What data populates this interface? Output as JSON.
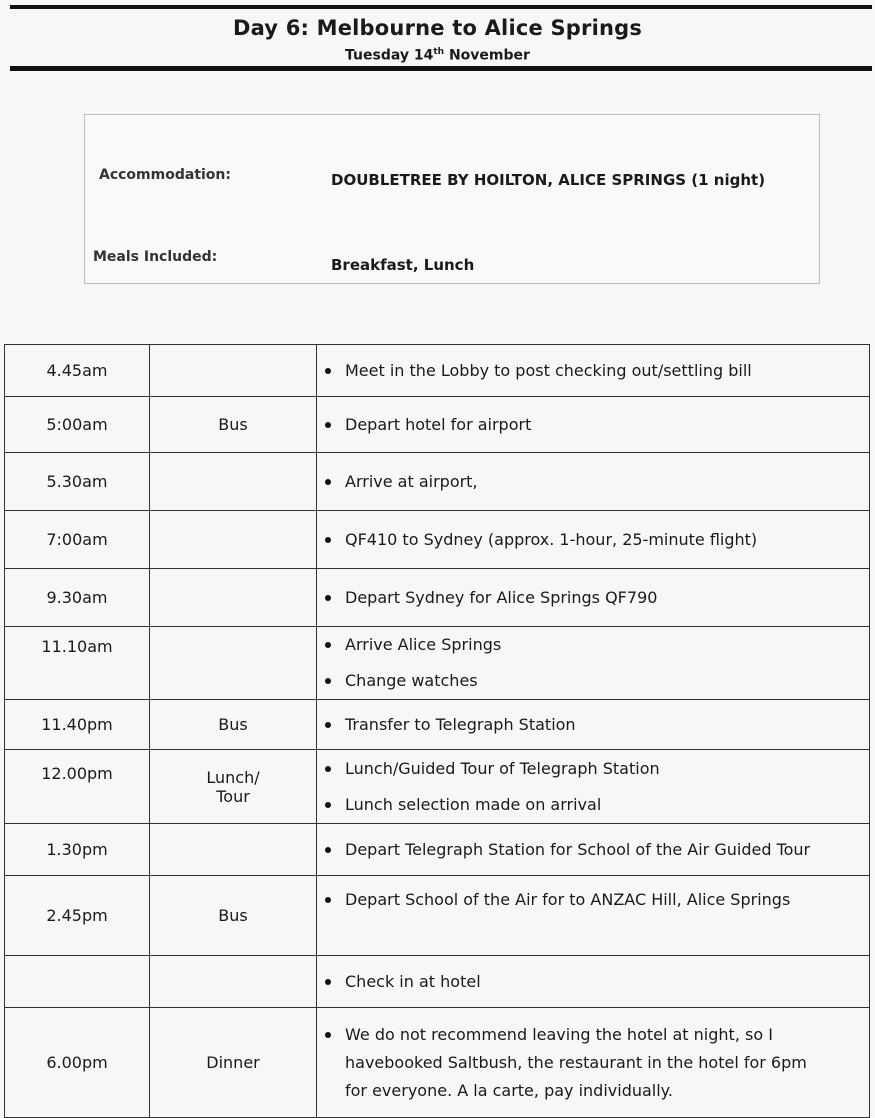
{
  "header": {
    "title": "Day 6: Melbourne to Alice Springs",
    "subtitle_day": "Tuesday 14",
    "subtitle_sup": "th",
    "subtitle_month": "November"
  },
  "info": {
    "accommodation_label": "Accommodation:",
    "accommodation_value": "DOUBLETREE BY HOILTON, ALICE SPRINGS (1 night)",
    "meals_label": "Meals Included:",
    "meals_value": "Breakfast, Lunch"
  },
  "schedule": [
    {
      "time": "4.45am",
      "type": "",
      "items": [
        "Meet in the Lobby to post checking out/settling bill"
      ]
    },
    {
      "time": "5:00am",
      "type": "Bus",
      "items": [
        "Depart hotel for airport"
      ]
    },
    {
      "time": "5.30am",
      "type": "",
      "items": [
        "Arrive at airport,"
      ]
    },
    {
      "time": "7:00am",
      "type": "",
      "items": [
        "QF410 to Sydney (approx. 1-hour, 25-minute flight)"
      ]
    },
    {
      "time": "9.30am",
      "type": "",
      "items": [
        "Depart Sydney for Alice Springs QF790"
      ]
    },
    {
      "time": "11.10am",
      "type": "",
      "items": [
        "Arrive Alice Springs",
        "Change watches"
      ]
    },
    {
      "time": "11.40pm",
      "type": "Bus",
      "items": [
        "Transfer to Telegraph Station"
      ]
    },
    {
      "time": "12.00pm",
      "type": "Lunch/ Tour",
      "items": [
        "Lunch/Guided Tour of Telegraph Station",
        "Lunch selection made on arrival"
      ]
    },
    {
      "time": "1.30pm",
      "type": "",
      "items": [
        "Depart Telegraph Station for School of the Air Guided Tour"
      ]
    },
    {
      "time": "2.45pm",
      "type": "Bus",
      "items": [
        "Depart School of the Air for to ANZAC Hill, Alice Springs"
      ]
    },
    {
      "time": "",
      "type": "",
      "items": [
        "Check in at hotel"
      ]
    },
    {
      "time": "6.00pm",
      "type": "Dinner",
      "items": [
        "We do not recommend leaving the hotel at night, so I havebooked Saltbush, the restaurant in the hotel for 6pm for everyone.  A la carte, pay individually."
      ]
    }
  ]
}
